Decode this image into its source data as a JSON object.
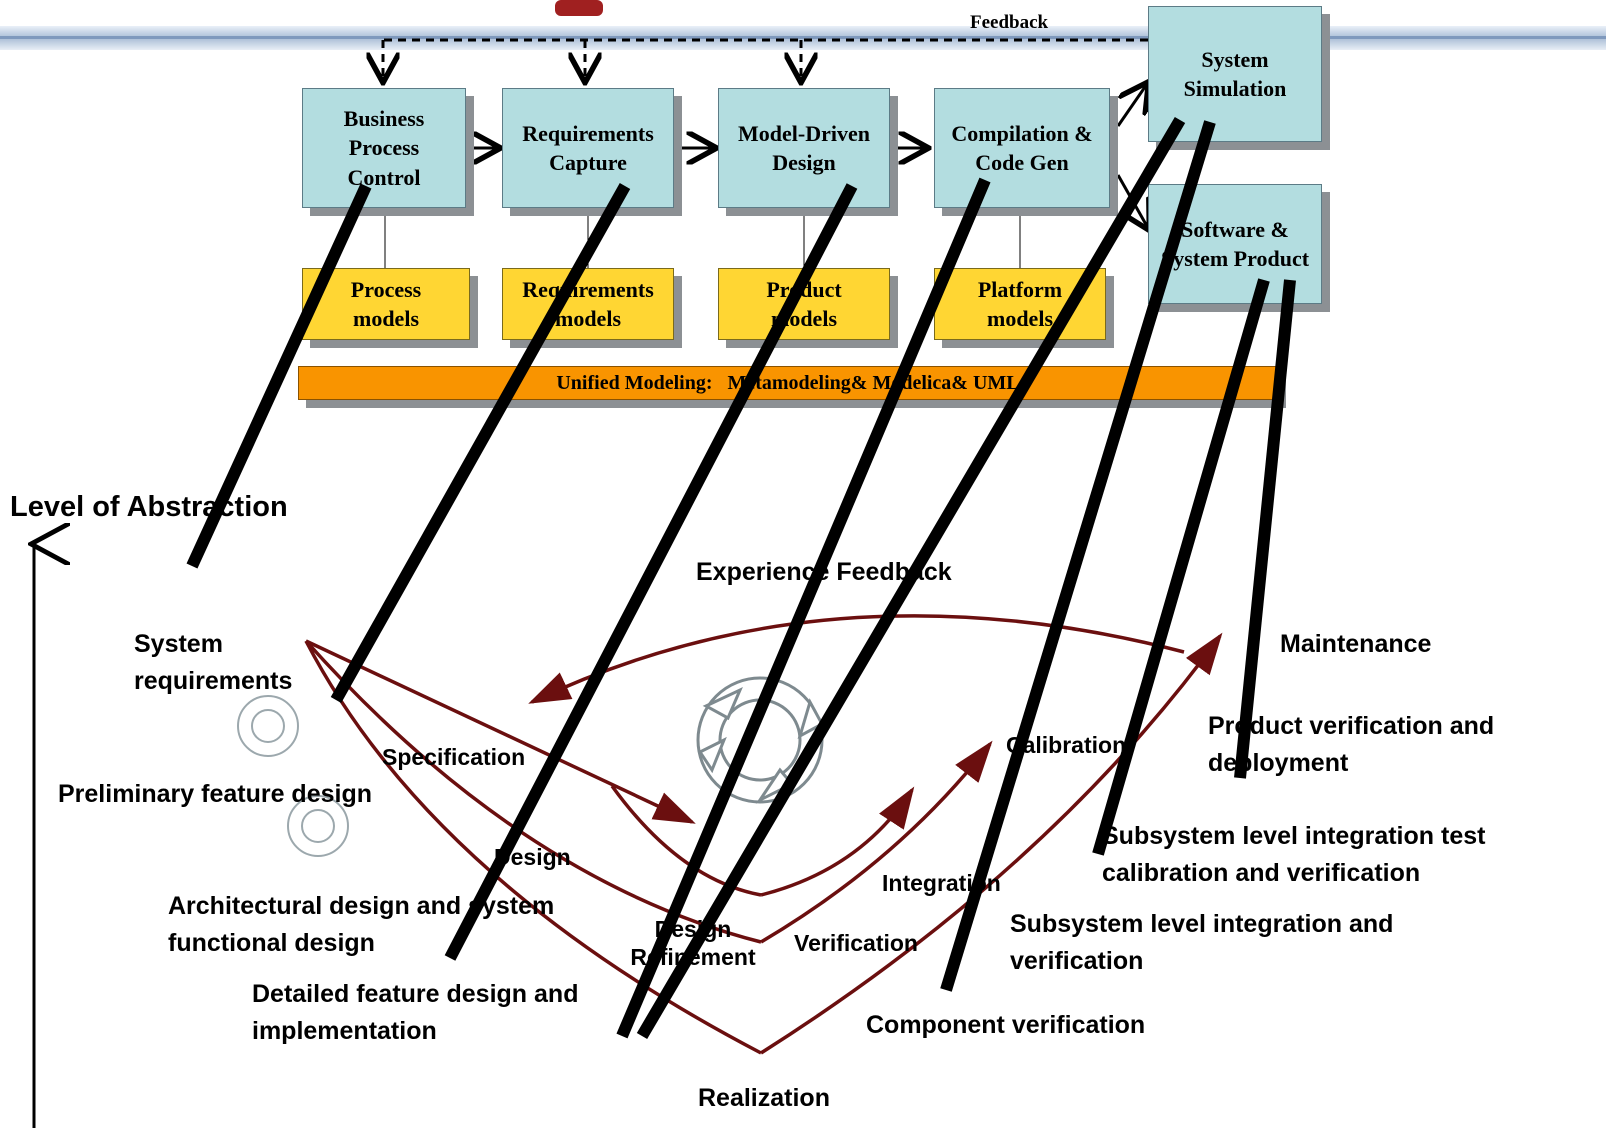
{
  "top_flow": {
    "feedback_label": "Feedback",
    "stages": [
      {
        "id": "business",
        "label": "Business Process Control"
      },
      {
        "id": "requirements",
        "label": "Requirements Capture"
      },
      {
        "id": "model",
        "label": "Model-Driven Design"
      },
      {
        "id": "compilation",
        "label": "Compilation & Code Gen"
      },
      {
        "id": "simulation",
        "label": "System Simulation"
      },
      {
        "id": "product",
        "label": "Software & System Product"
      }
    ],
    "models": [
      {
        "id": "process",
        "label": "Process models"
      },
      {
        "id": "requirements",
        "label": "Requirements models"
      },
      {
        "id": "product",
        "label": "Product models"
      },
      {
        "id": "platform",
        "label": "Platform models"
      }
    ],
    "unified_bar": "Unified Modeling:   Metamodeling& Modelica& UML"
  },
  "v_model": {
    "axis_label": "Level of Abstraction",
    "experience_feedback": "Experience Feedback",
    "left_labels": {
      "system_requirements": "System requirements",
      "preliminary": "Preliminary feature design",
      "architectural": "Architectural  design and system functional design",
      "detailed": "Detailed feature design and implementation"
    },
    "right_labels": {
      "maintenance": "Maintenance",
      "product_verification": "Product verification and deployment",
      "subsystem_test": "Subsystem level integration test calibration and  verification",
      "subsystem_integration": "Subsystem level integration and verification",
      "component": "Component  verification"
    },
    "inner_labels": {
      "specification": "Specification",
      "design": "Design",
      "design_refinement": "Design Refinement",
      "realization": "Realization",
      "integration": "Integration",
      "verification": "Verification",
      "calibration": "Calibration"
    }
  }
}
